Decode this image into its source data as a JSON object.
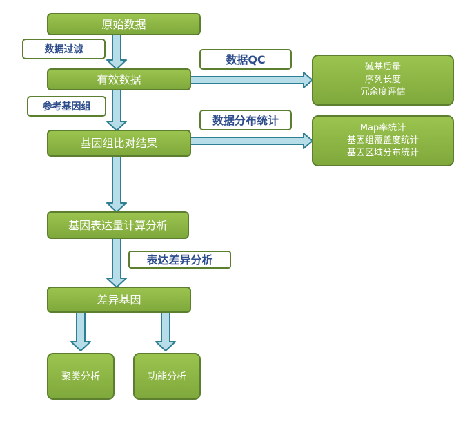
{
  "colors": {
    "box_fill": "#8cb446",
    "box_stroke": "#5b7f2e",
    "arrow_fill": "#b7dde8",
    "arrow_stroke": "#2f7f94",
    "label_border": "#5b7f2e",
    "label_text": "#2e4d8c"
  },
  "nodes": {
    "raw_data": "原始数据",
    "valid_data": "有效数据",
    "alignment_result": "基因组比对结果",
    "expression_calc": "基因表达量计算分析",
    "diff_genes": "差异基因",
    "clustering": "聚类分析",
    "function": "功能分析",
    "qc_result": [
      "碱基质量",
      "序列长度",
      "冗余度评估"
    ],
    "distribution_result": [
      "Map率统计",
      "基因组覆盖度统计",
      "基因区域分布统计"
    ]
  },
  "labels": {
    "data_filter": "数据过滤",
    "data_qc": "数据QC",
    "reference_genome": "参考基因组",
    "distribution_stats": "数据分布统计",
    "expression_diff": "表达差异分析"
  }
}
